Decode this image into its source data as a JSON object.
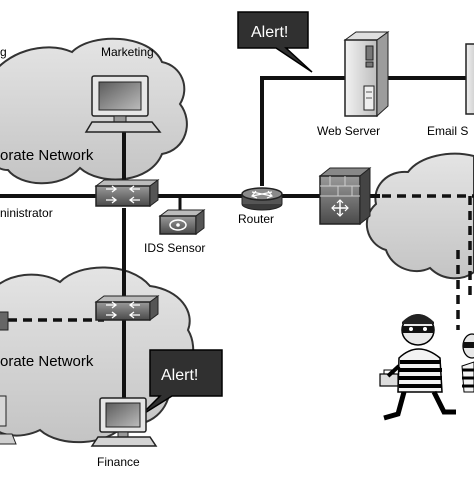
{
  "labels": {
    "marketing": "Marketing",
    "corp_top": "orate Network",
    "corp_bottom": "orate Network",
    "administrator": "ninistrator",
    "ids_sensor": "IDS Sensor",
    "router": "Router",
    "web_server": "Web Server",
    "email_server": "Email S",
    "finance": "Finance",
    "top_left_fragment": "g"
  },
  "alerts": {
    "top": "Alert!",
    "bottom": "Alert!"
  }
}
